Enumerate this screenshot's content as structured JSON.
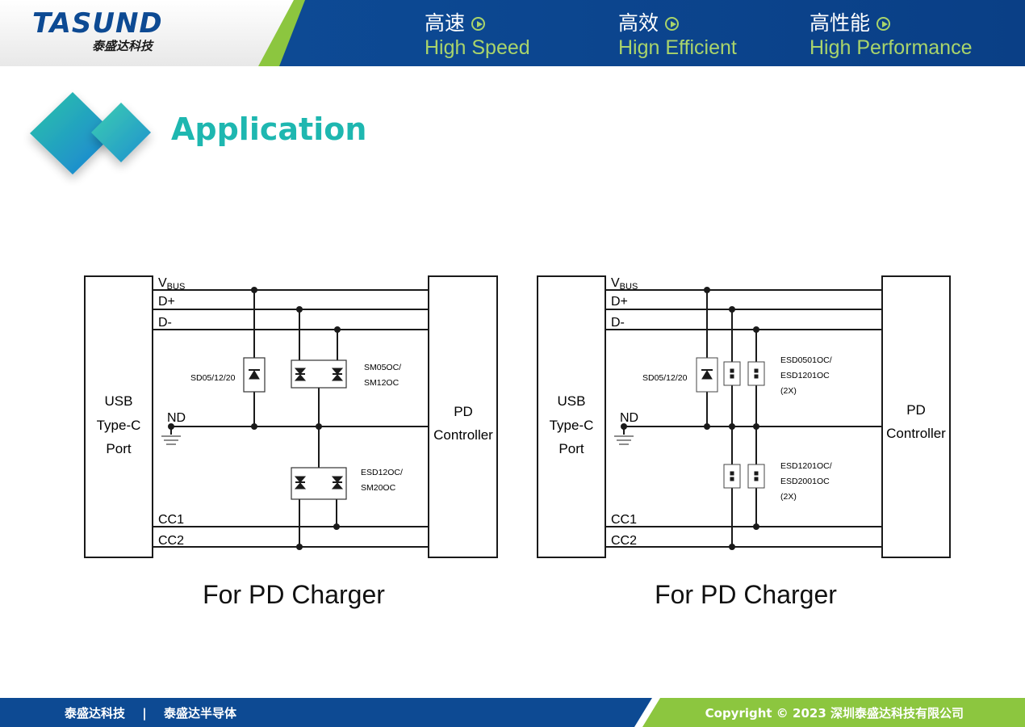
{
  "header": {
    "logo_text": "TASUND",
    "logo_subtext": "泰盛达科技",
    "slogans": [
      {
        "cn": "高速",
        "en": "High Speed"
      },
      {
        "cn": "高效",
        "en": "Hign Efficient"
      },
      {
        "cn": "高性能",
        "en": "High Performance"
      }
    ]
  },
  "section_title": "Application",
  "diagrams": [
    {
      "left_box": [
        "USB",
        "Type-C",
        "Port"
      ],
      "right_box": [
        "PD",
        "Controller"
      ],
      "lines": {
        "vbus": "V",
        "vbus_sub": "BUS",
        "dp": "D+",
        "dm": "D-",
        "gnd": "ND",
        "cc1": "CC1",
        "cc2": "CC2"
      },
      "labels": {
        "a": "SD05/12/20",
        "b1": "SM05OC/",
        "b2": "SM12OC",
        "c1": "ESD12OC/",
        "c2": "SM20OC"
      },
      "caption": "For PD Charger"
    },
    {
      "left_box": [
        "USB",
        "Type-C",
        "Port"
      ],
      "right_box": [
        "PD",
        "Controller"
      ],
      "lines": {
        "vbus": "V",
        "vbus_sub": "BUS",
        "dp": "D+",
        "dm": "D-",
        "gnd": "ND",
        "cc1": "CC1",
        "cc2": "CC2"
      },
      "labels": {
        "a": "SD05/12/20",
        "b1": "ESD0501OC/",
        "b2": "ESD1201OC",
        "b3": "(2X)",
        "c1": "ESD1201OC/",
        "c2": "ESD2001OC",
        "c3": "(2X)"
      },
      "caption": "For PD Charger"
    }
  ],
  "footer": {
    "left_1": "泰盛达科技",
    "separator": "|",
    "left_2": "泰盛达半导体",
    "copyright": "Copyright © 2023 深圳泰盛达科技有限公司"
  },
  "colors": {
    "brand_blue": "#0d4a93",
    "accent_green": "#8cc63f",
    "teal": "#1eb7b0"
  }
}
